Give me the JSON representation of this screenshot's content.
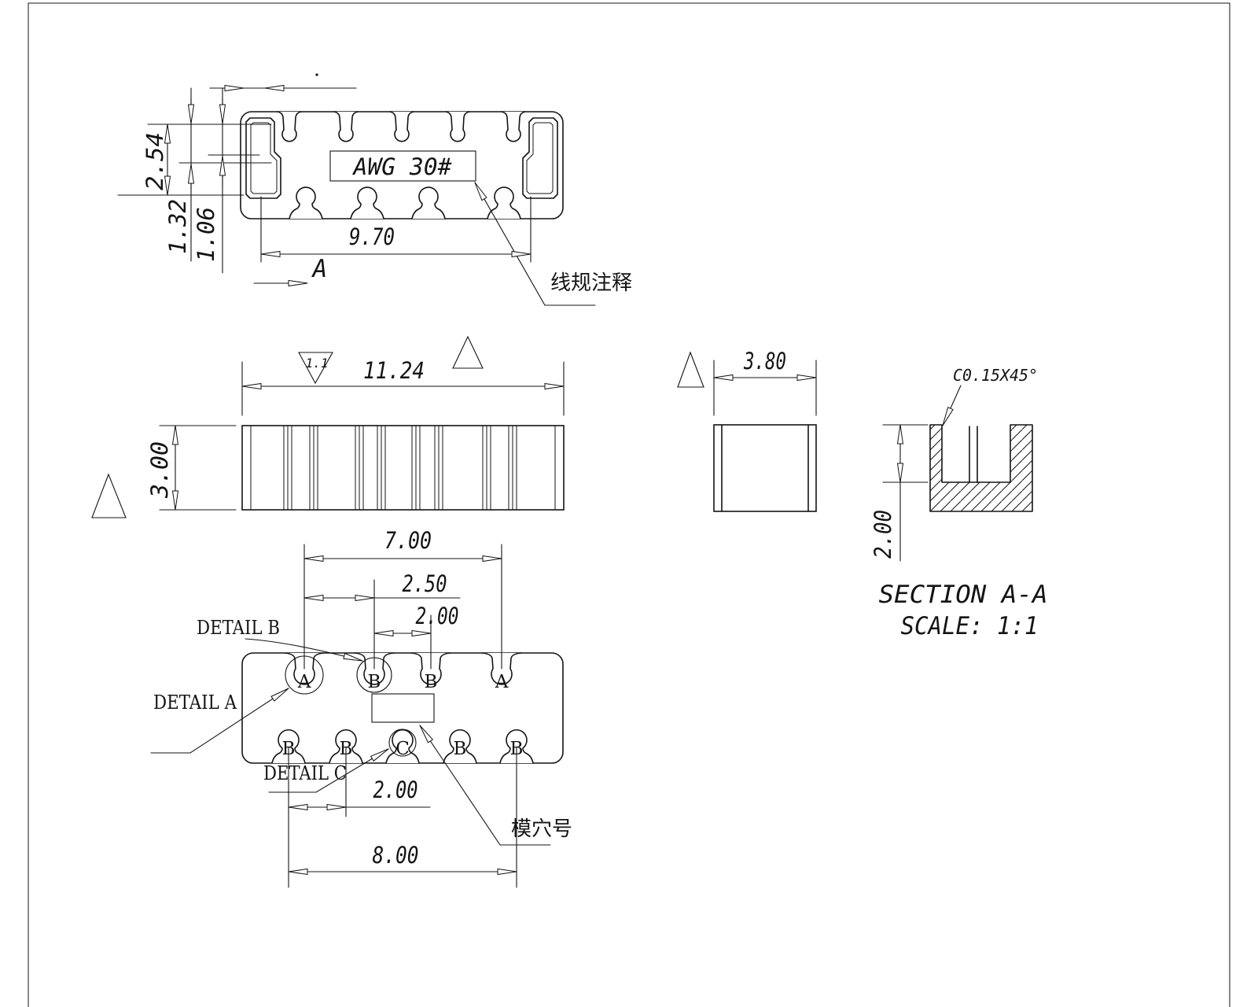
{
  "drawing": {
    "colors": {
      "line": "#141414",
      "background": "#ffffff"
    },
    "top_view": {
      "dims": {
        "height_254": "2.54",
        "height_132": "1.32",
        "height_106": "1.06",
        "width_970": "9.70"
      },
      "section_label": "A",
      "wire_gauge_box": "AWG 30#",
      "wire_gauge_note": "线规注释"
    },
    "front_view": {
      "dims": {
        "width_1124": "11.24",
        "height_300": "3.00"
      },
      "surface_finish": "1.1"
    },
    "side_view": {
      "dims": {
        "width_380": "3.80"
      }
    },
    "section_view": {
      "chamfer_note": "C0.15X45°",
      "dims": {
        "depth_200": "2.00"
      },
      "title": "SECTION A-A",
      "scale": "SCALE: 1:1"
    },
    "bottom_view": {
      "dims": {
        "width_700": "7.00",
        "pitch_250": "2.50",
        "pitch_200_top": "2.00",
        "pitch_200_bottom": "2.00",
        "width_800": "8.00"
      },
      "details": {
        "a": "DETAIL A",
        "b": "DETAIL B",
        "c": "DETAIL C"
      },
      "cavity_note": "模穴号",
      "top_letters": [
        "A",
        "B",
        "B",
        "A"
      ],
      "bottom_letters": [
        "B",
        "B",
        "C",
        "B",
        "B"
      ]
    }
  }
}
